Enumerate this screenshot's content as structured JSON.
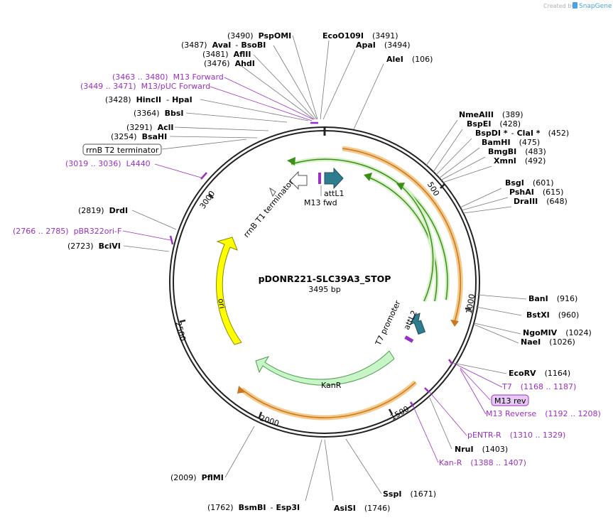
{
  "credit": {
    "prefix": "Created by",
    "brand": "SnapGene"
  },
  "plasmid": {
    "name": "pDONR221-SLC39A3_STOP",
    "length": "3495 bp"
  },
  "ticks": [
    "500",
    "1000",
    "1500",
    "2000",
    "2500",
    "3000"
  ],
  "features": {
    "attL1": "attL1",
    "m13fwd": "M13 fwd",
    "rrnb_t1": "rrnB T1 terminator",
    "rrnb_t2": "rrnB T2 terminator",
    "ori": "ori",
    "kanr": "KanR",
    "t7promoter": "T7 promoter",
    "attL2": "attL2",
    "m13rev": "M13 rev"
  },
  "sites": {
    "psp": {
      "pos": "(3490)",
      "name": "PspOMI"
    },
    "eco": {
      "name": "EcoO109I",
      "pos": "(3491)"
    },
    "ava": {
      "pos": "(3487)",
      "name": "AvaI",
      "name2": "BsoBI"
    },
    "apa": {
      "name": "ApaI",
      "pos": "(3494)"
    },
    "afl": {
      "pos": "(3481)",
      "name": "AflII"
    },
    "ale": {
      "name": "AleI",
      "pos": "(106)"
    },
    "ahd": {
      "pos": "(3476)",
      "name": "AhdI"
    },
    "m13f": {
      "pos": "(3463 .. 3480)",
      "name": "M13 Forward"
    },
    "m13puc": {
      "pos": "(3449 .. 3471)",
      "name": "M13/pUC Forward"
    },
    "hinc": {
      "pos": "(3428)",
      "name": "HincII",
      "name2": "HpaI"
    },
    "bbs": {
      "pos": "(3364)",
      "name": "BbsI"
    },
    "acl": {
      "pos": "(3291)",
      "name": "AclI"
    },
    "bsa": {
      "pos": "(3254)",
      "name": "BsaHI"
    },
    "l4440": {
      "pos": "(3019 .. 3036)",
      "name": "L4440"
    },
    "drd": {
      "pos": "(2819)",
      "name": "DrdI"
    },
    "pbr": {
      "pos": "(2766 .. 2785)",
      "name": "pBR322ori-F"
    },
    "bci": {
      "pos": "(2723)",
      "name": "BciVI"
    },
    "nme": {
      "name": "NmeAIII",
      "pos": "(389)"
    },
    "bspe": {
      "name": "BspEI",
      "pos": "(428)"
    },
    "bspd": {
      "name": "BspDI *",
      "name2": "ClaI *",
      "pos": "(452)"
    },
    "bam": {
      "name": "BamHI",
      "pos": "(475)"
    },
    "bmg": {
      "name": "BmgBI",
      "pos": "(483)"
    },
    "xmn": {
      "name": "XmnI",
      "pos": "(492)"
    },
    "bsg": {
      "name": "BsgI",
      "pos": "(601)"
    },
    "psh": {
      "name": "PshAI",
      "pos": "(615)"
    },
    "dra": {
      "name": "DraIII",
      "pos": "(648)"
    },
    "ban": {
      "name": "BanI",
      "pos": "(916)"
    },
    "bstx": {
      "name": "BstXI",
      "pos": "(960)"
    },
    "ngo": {
      "name": "NgoMIV",
      "pos": "(1024)"
    },
    "nae": {
      "name": "NaeI",
      "pos": "(1026)"
    },
    "ecorv": {
      "name": "EcoRV",
      "pos": "(1164)"
    },
    "t7": {
      "name": "T7",
      "pos": "(1168 .. 1187)"
    },
    "m13rev_box": {
      "name": "M13 rev"
    },
    "m13reverse": {
      "name": "M13 Reverse",
      "pos": "(1192 .. 1208)"
    },
    "pentr": {
      "name": "pENTR-R",
      "pos": "(1310 .. 1329)"
    },
    "nru": {
      "name": "NruI",
      "pos": "(1403)"
    },
    "kan": {
      "name": "Kan-R",
      "pos": "(1388 .. 1407)"
    },
    "ssp": {
      "name": "SspI",
      "pos": "(1671)"
    },
    "asi": {
      "name": "AsiSI",
      "pos": "(1746)"
    },
    "bsmb": {
      "pos": "(1762)",
      "name": "BsmBI",
      "name2": "Esp3I"
    },
    "pfl": {
      "pos": "(2009)",
      "name": "PflMI"
    }
  }
}
